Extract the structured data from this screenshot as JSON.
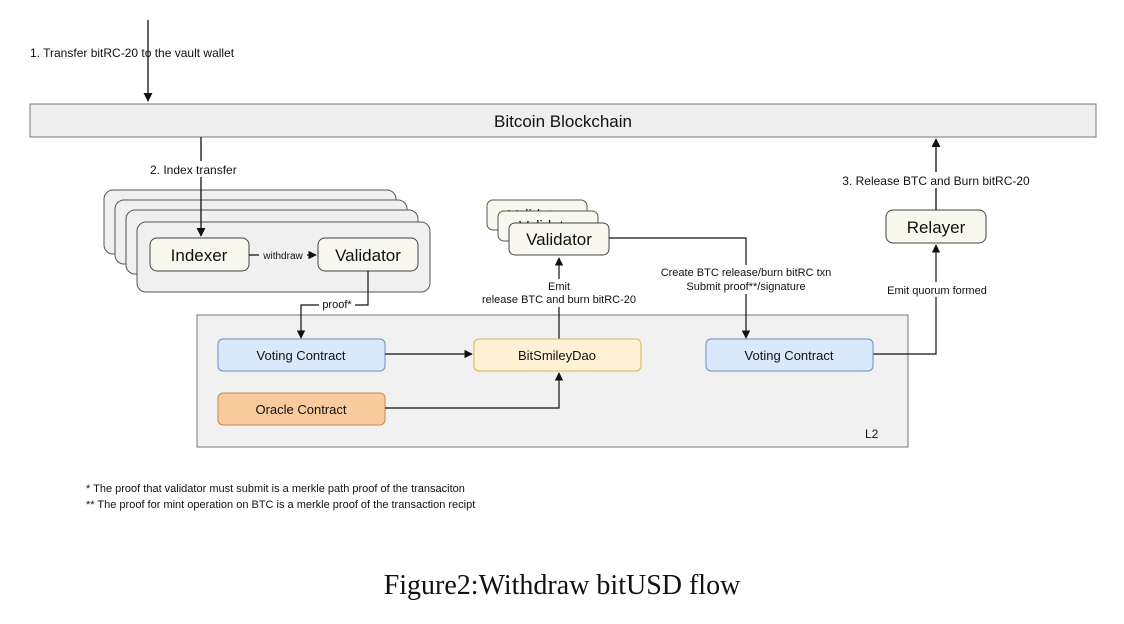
{
  "steps": {
    "transfer": "1. Transfer bitRC-20 to the vault wallet",
    "index": "2. Index transfer",
    "release": "3. Release BTC and Burn bitRC-20"
  },
  "chain": {
    "label": "Bitcoin Blockchain"
  },
  "left_stack": {
    "indexer": "Indexer",
    "validator": "Validator",
    "edge_withdraw": "withdraw",
    "edge_proof": "proof*"
  },
  "mid_stack": {
    "validator": "Validator",
    "ghost1": "Validator",
    "ghost2": "Validator",
    "emit_line1": "Emit",
    "emit_line2": "release BTC and burn bitRC-20"
  },
  "txn_note": {
    "line1": "Create BTC release/burn bitRC txn",
    "line2": "Submit proof**/signature"
  },
  "relayer": {
    "label": "Relayer",
    "emit_label": "Emit quorum formed"
  },
  "l2": {
    "label": "L2",
    "voting_left": "Voting Contract",
    "voting_right": "Voting Contract",
    "oracle": "Oracle Contract",
    "dao": "BitSmileyDao"
  },
  "footnotes": {
    "note1": "*  The proof that validator must submit is a merkle path proof of the transaciton",
    "note2": "** The proof for mint operation on BTC is a merkle proof of the transaction recipt"
  },
  "caption": "Figure2:Withdraw bitUSD flow",
  "colors": {
    "chain_fill": "#eeeeee",
    "stack_fill": "#f0f0f0",
    "node_fill": "#f8f8ee",
    "voting_fill": "#dae8fc",
    "voting_stroke": "#6c8ebf",
    "oracle_fill": "#f9ca9c",
    "oracle_stroke": "#c48a4a",
    "dao_fill": "#fff1d6",
    "dao_stroke": "#d6b656",
    "l2_fill": "#f1f1f1"
  }
}
